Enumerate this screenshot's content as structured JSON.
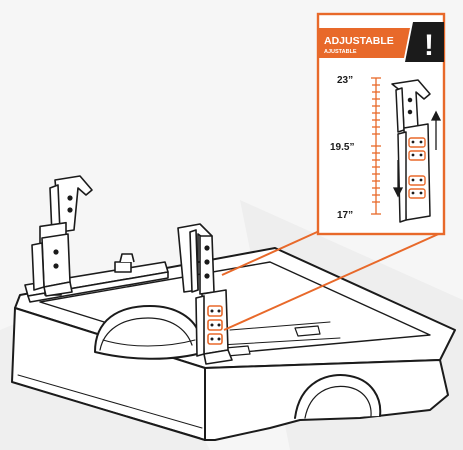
{
  "callout": {
    "badge_title": "ADJUSTABLE",
    "badge_subtitle": "AJUSTABLE",
    "warning_symbol": "!",
    "scale_top": "23”",
    "scale_middle": "19.5”",
    "scale_bottom": "17”"
  },
  "colors": {
    "accent": "#e8692a",
    "line": "#1b1b1b",
    "background": "#f6f6f6",
    "badge_text": "#ffffff"
  }
}
